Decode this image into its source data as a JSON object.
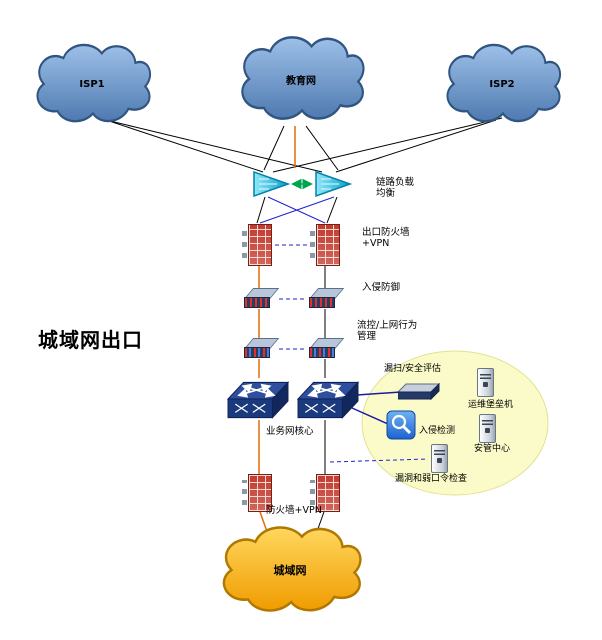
{
  "diagram": {
    "title": "城域网出口",
    "clouds": {
      "isp1": "ISP1",
      "edu": "教育网",
      "isp2": "ISP2",
      "metro": "城域网"
    },
    "labels": {
      "load_balancer": "链路负载\n均衡",
      "exit_firewall": "出口防火墙\n+VPN",
      "ips": "入侵防御",
      "flow_mgmt": "流控/上网行为\n管理",
      "core_switch": "业务网核心",
      "inner_firewall": "防火墙+VPN"
    },
    "security_zone": {
      "vuln_scan": "漏扫/安全评估",
      "bastion": "运维堡垒机",
      "ids": "入侵检测",
      "soc": "安管中心",
      "weak_password": "漏洞和弱口令检查"
    },
    "colors": {
      "cloud_blue": "#6f98c9",
      "cloud_orange": "#f5ad00",
      "zone_yellow": "#fbfbc9",
      "line_orange": "#e36c0a",
      "line_blue": "#2222cc",
      "line_dark_blue": "#1a1aa6",
      "line_green": "#00a550",
      "line_black": "#000000",
      "firewall_red": "#c43b2f",
      "switch_blue": "#1b3a7e",
      "lb_cyan": "#0aa0cc"
    }
  }
}
